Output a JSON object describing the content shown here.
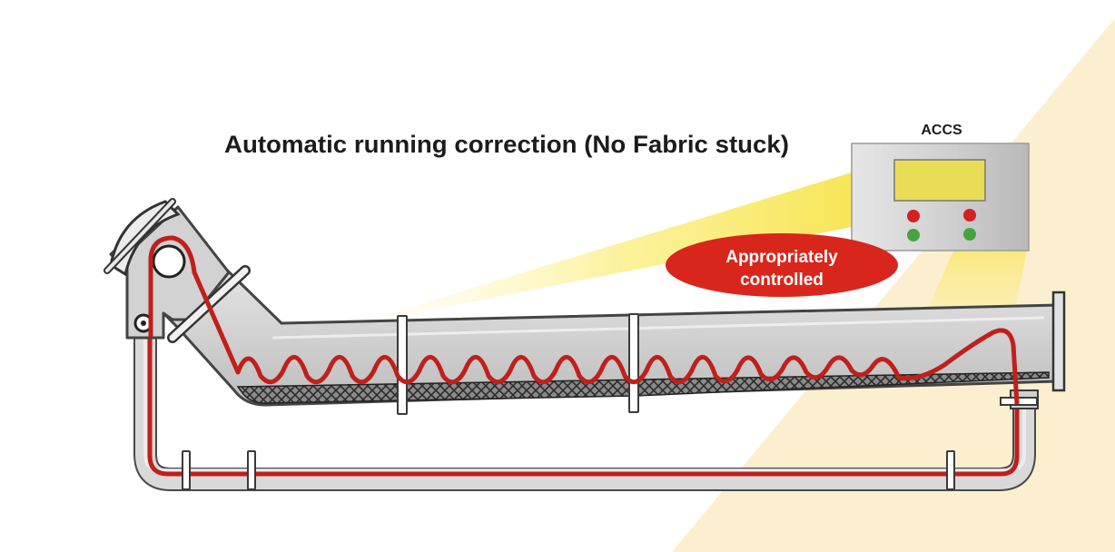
{
  "diagram": {
    "title": "Automatic running correction (No Fabric stuck)",
    "controller": {
      "label": "ACCS"
    },
    "bubble": {
      "line1": "Appropriately",
      "line2": "controlled"
    }
  },
  "colors": {
    "fabric_rope": "#c0201a",
    "bubble_fill": "#d9261c",
    "light_beam": "#fbe960",
    "pipe_body": "#dcdcdc",
    "pipe_outline": "#4a4a4a",
    "panel_body": "#cfcfcf",
    "screen": "#e9dc57",
    "indicator_red": "#d42020",
    "indicator_green": "#46a440",
    "background_beam": "#fbefcf"
  },
  "icons": {
    "fabric": "wavy-rope-icon",
    "controller": "control-panel-icon",
    "mesh": "cross-hatch-mesh"
  }
}
